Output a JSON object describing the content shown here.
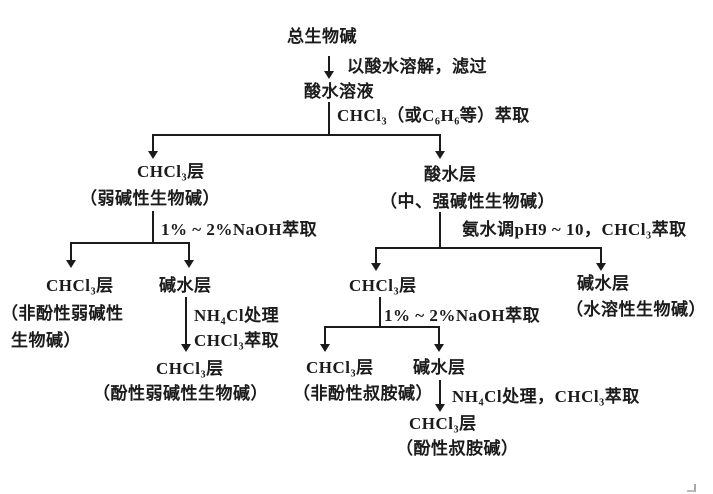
{
  "flow": {
    "root": "总生物碱",
    "dissolve_label": "以酸水溶解，滤过",
    "acid_solution": "酸水溶液",
    "extract_label": "CHCl₃（或C₆H₆等）萃取",
    "left": {
      "layer": "CHCl₃层",
      "note": "（弱碱性生物碱）",
      "naoh_label": "1% ~ 2%NaOH萃取",
      "sub_chcl3": "CHCl₃层",
      "sub_chcl3_note_line1": "（非酚性弱碱性",
      "sub_chcl3_note_line2": "生物碱）",
      "sub_alkali": "碱水层",
      "nh4cl_label_line1": "NH₄Cl处理",
      "nh4cl_label_line2": "CHCl₃萃取",
      "final_layer": "CHCl₃层",
      "final_note": "（酚性弱碱性生物碱）"
    },
    "right": {
      "layer": "酸水层",
      "note": "（中、强碱性生物碱）",
      "ammonia_label": "氨水调pH9 ~ 10，CHCl₃萃取",
      "chcl3_layer": "CHCl₃层",
      "alkali_water_layer": "碱水层",
      "alkali_water_note": "（水溶性生物碱）",
      "naoh_label": "1% ~ 2%NaOH萃取",
      "sub_chcl3": "CHCl₃层",
      "sub_chcl3_note": "（非酚性叔胺碱）",
      "sub_alkali": "碱水层",
      "nh4cl_label": "NH₄Cl处理，CHCl₃萃取",
      "final_layer": "CHCl₃层",
      "final_note": "（酚性叔胺碱）"
    },
    "colors": {
      "ink": "#1b1b1b",
      "paper": "#ffffff"
    }
  }
}
